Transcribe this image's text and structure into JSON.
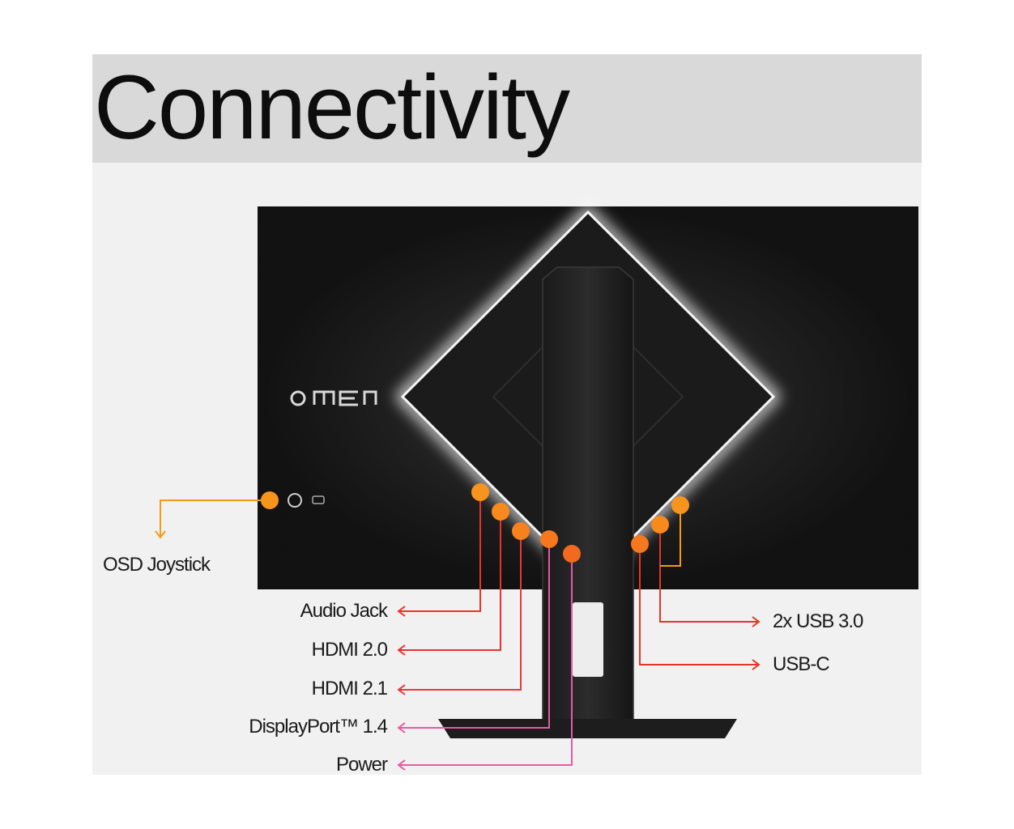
{
  "title": "Connectivity",
  "brand_logo": "OMEN",
  "colors": {
    "background_panel": "#f1f1f1",
    "title_band": "#d9d9d9",
    "monitor_back": "#111111",
    "dot_orange": "#f7941d",
    "line_orange": "#f39c12",
    "line_red": "#e8332a",
    "line_pink": "#e85aa0"
  },
  "labels": {
    "osd_joystick": "OSD Joystick",
    "audio_jack": "Audio Jack",
    "hdmi_20": "HDMI 2.0",
    "hdmi_21": "HDMI 2.1",
    "displayport_14": "DisplayPort™ 1.4",
    "power": "Power",
    "usb_30": "2x USB 3.0",
    "usb_c": "USB-C"
  }
}
